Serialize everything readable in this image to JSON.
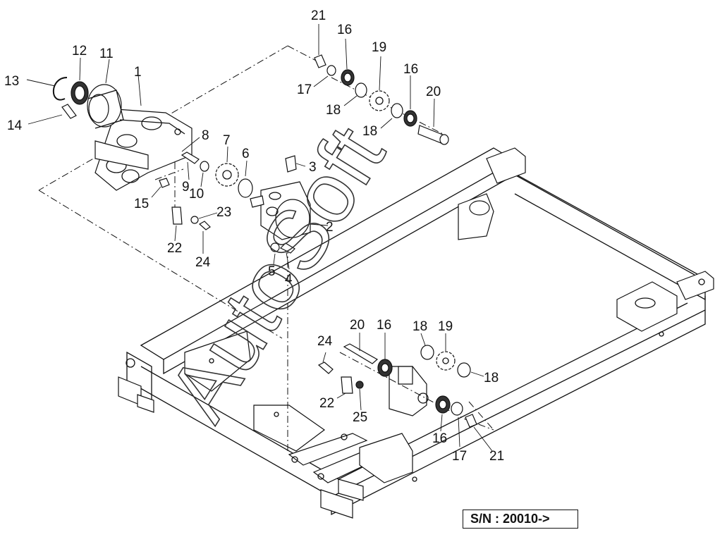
{
  "watermark": "AutoSoft",
  "serial_label": "S/N : 20010->",
  "callouts": [
    "1",
    "2",
    "3",
    "4",
    "5",
    "6",
    "7",
    "8",
    "9",
    "10",
    "11",
    "12",
    "13",
    "14",
    "15",
    "16",
    "17",
    "18",
    "19",
    "20",
    "21",
    "22",
    "23",
    "24",
    "25"
  ],
  "colors": {
    "line": "#111111",
    "background": "#ffffff"
  }
}
